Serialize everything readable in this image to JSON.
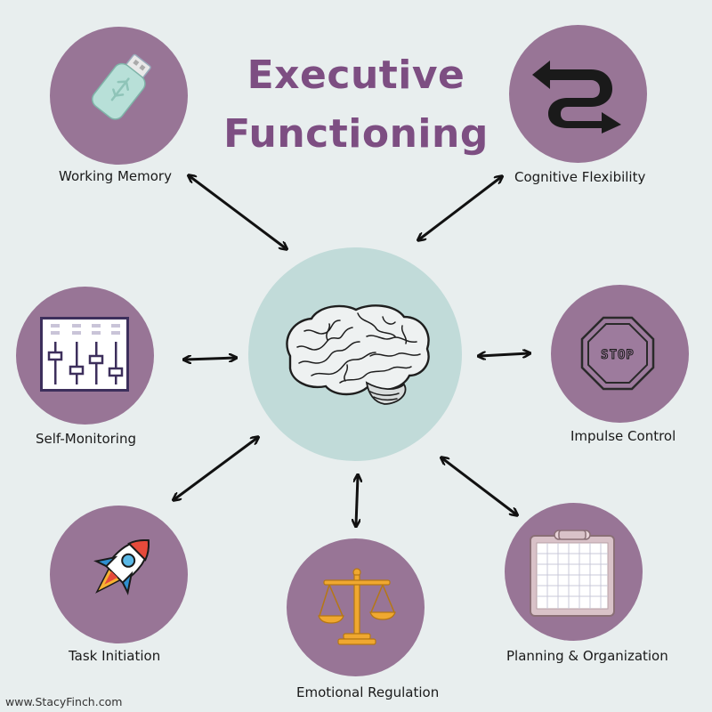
{
  "title": {
    "line1": "Executive",
    "line2": "Functioning"
  },
  "nodes": {
    "working_memory": "Working Memory",
    "cognitive_flexibility": "Cognitive Flexibility",
    "self_monitoring": "Self-Monitoring",
    "impulse_control": "Impulse Control",
    "task_initiation": "Task Initiation",
    "emotional_regulation": "Emotional Regulation",
    "planning_organization": "Planning & Organization"
  },
  "icons": {
    "working_memory": "usb-drive-icon",
    "cognitive_flexibility": "switch-arrows-icon",
    "self_monitoring": "mixer-sliders-icon",
    "impulse_control": "stop-sign-icon",
    "task_initiation": "rocket-icon",
    "emotional_regulation": "balance-scale-icon",
    "planning_organization": "clipboard-icon",
    "center": "brain-icon"
  },
  "stop_text": "STOP",
  "footer": "www.StacyFinch.com",
  "colors": {
    "background": "#e8eeee",
    "node": "#987596",
    "center": "#c1dbd9",
    "title": "#7d4e82"
  }
}
